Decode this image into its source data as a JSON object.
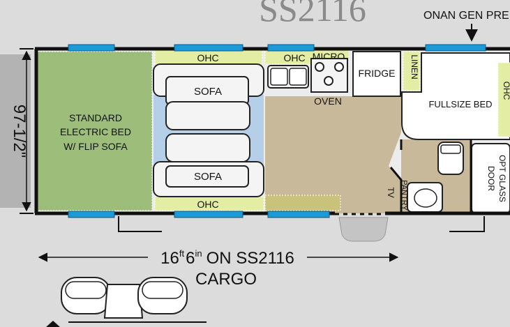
{
  "model_title": "SS2116",
  "generator_label": "ONAN GEN PRE",
  "dimension_height": "97-1/2\"",
  "dimension_length": {
    "feet": "16",
    "feet_unit": "ft",
    "inches": "6",
    "inches_unit": "in",
    "suffix": "ON SS2116"
  },
  "cargo_label": "CARGO",
  "rooms": {
    "bed": [
      "STANDARD",
      "ELECTRIC BED",
      "W/ FLIP SOFA"
    ],
    "ohc_top": "OHC",
    "ohc_kitchen": "OHC",
    "ohc_bottom": "OHC",
    "ohc_right": "OHC",
    "sofa_top": "SOFA",
    "sofa_bottom": "SOFA",
    "micro": "MICRO",
    "oven": "OVEN",
    "fridge": "FRIDGE",
    "linen": "LINEN",
    "fullsize_bed": "FULLSIZE BED",
    "opt_glass_door": [
      "OPT GLASS",
      "DOOR"
    ],
    "tv": "TV",
    "pantry": "PANTRY"
  },
  "colors": {
    "background": "#dcdcdc",
    "bed_area": "#9dbd7a",
    "lounge_blue": "#b6cfe8",
    "kitchen_floor": "#c9b99b",
    "ohc_yellow": "#e3eda4",
    "window_blue": "#1b9ad6",
    "title_gray": "#8a8a8a"
  }
}
